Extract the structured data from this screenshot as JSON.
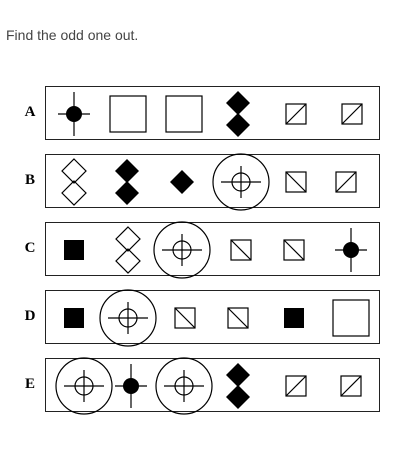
{
  "question": "Find the odd one out.",
  "rows": [
    {
      "label": "A",
      "figures": [
        "cross-dot",
        "square",
        "square",
        "diamond-pair-solid",
        "square-slash",
        "square-slash"
      ]
    },
    {
      "label": "B",
      "figures": [
        "diamond-pair-outline",
        "diamond-pair-solid",
        "diamond-small-solid",
        "circle-target",
        "square-backslash",
        "square-slash"
      ]
    },
    {
      "label": "C",
      "figures": [
        "square-small-solid",
        "diamond-pair-outline",
        "circle-target",
        "square-backslash",
        "square-backslash",
        "cross-dot"
      ]
    },
    {
      "label": "D",
      "figures": [
        "square-small-solid",
        "circle-target",
        "square-backslash",
        "square-backslash",
        "square-small-solid",
        "square"
      ]
    },
    {
      "label": "E",
      "figures": [
        "circle-target",
        "cross-dot",
        "circle-target",
        "diamond-pair-solid",
        "square-slash",
        "square-slash"
      ]
    }
  ]
}
